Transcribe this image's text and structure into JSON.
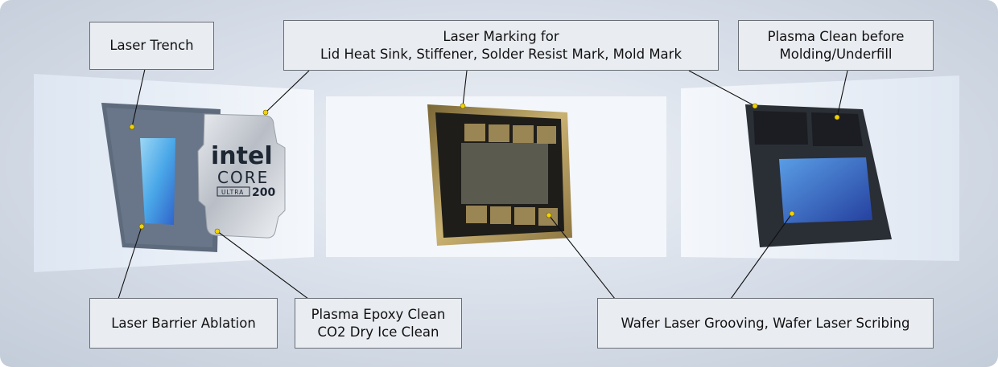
{
  "callouts": {
    "laser_trench": {
      "lines": [
        "Laser Trench"
      ]
    },
    "laser_marking": {
      "lines": [
        "Laser Marking for",
        "Lid Heat Sink, Stiffener, Solder Resist Mark, Mold Mark"
      ]
    },
    "plasma_clean_molding": {
      "lines": [
        "Plasma Clean before",
        "Molding/Underfill"
      ]
    },
    "laser_barrier": {
      "lines": [
        "Laser Barrier Ablation"
      ]
    },
    "plasma_epoxy": {
      "lines": [
        "Plasma Epoxy Clean",
        "CO2 Dry Ice Clean"
      ]
    },
    "wafer_grooving": {
      "lines": [
        "Wafer Laser Grooving, Wafer Laser Scribing"
      ]
    }
  },
  "chip_branding": {
    "brand": "intel",
    "product": "CORE",
    "tier": "ULTRA",
    "series": "200"
  },
  "colors": {
    "background": "#d6dde8",
    "callout_border": "#6a6f76",
    "marker": "#f2d300",
    "leader_line": "#111111",
    "substrate_gold": "#b59a55",
    "die_blue": "#3c8fe0"
  }
}
